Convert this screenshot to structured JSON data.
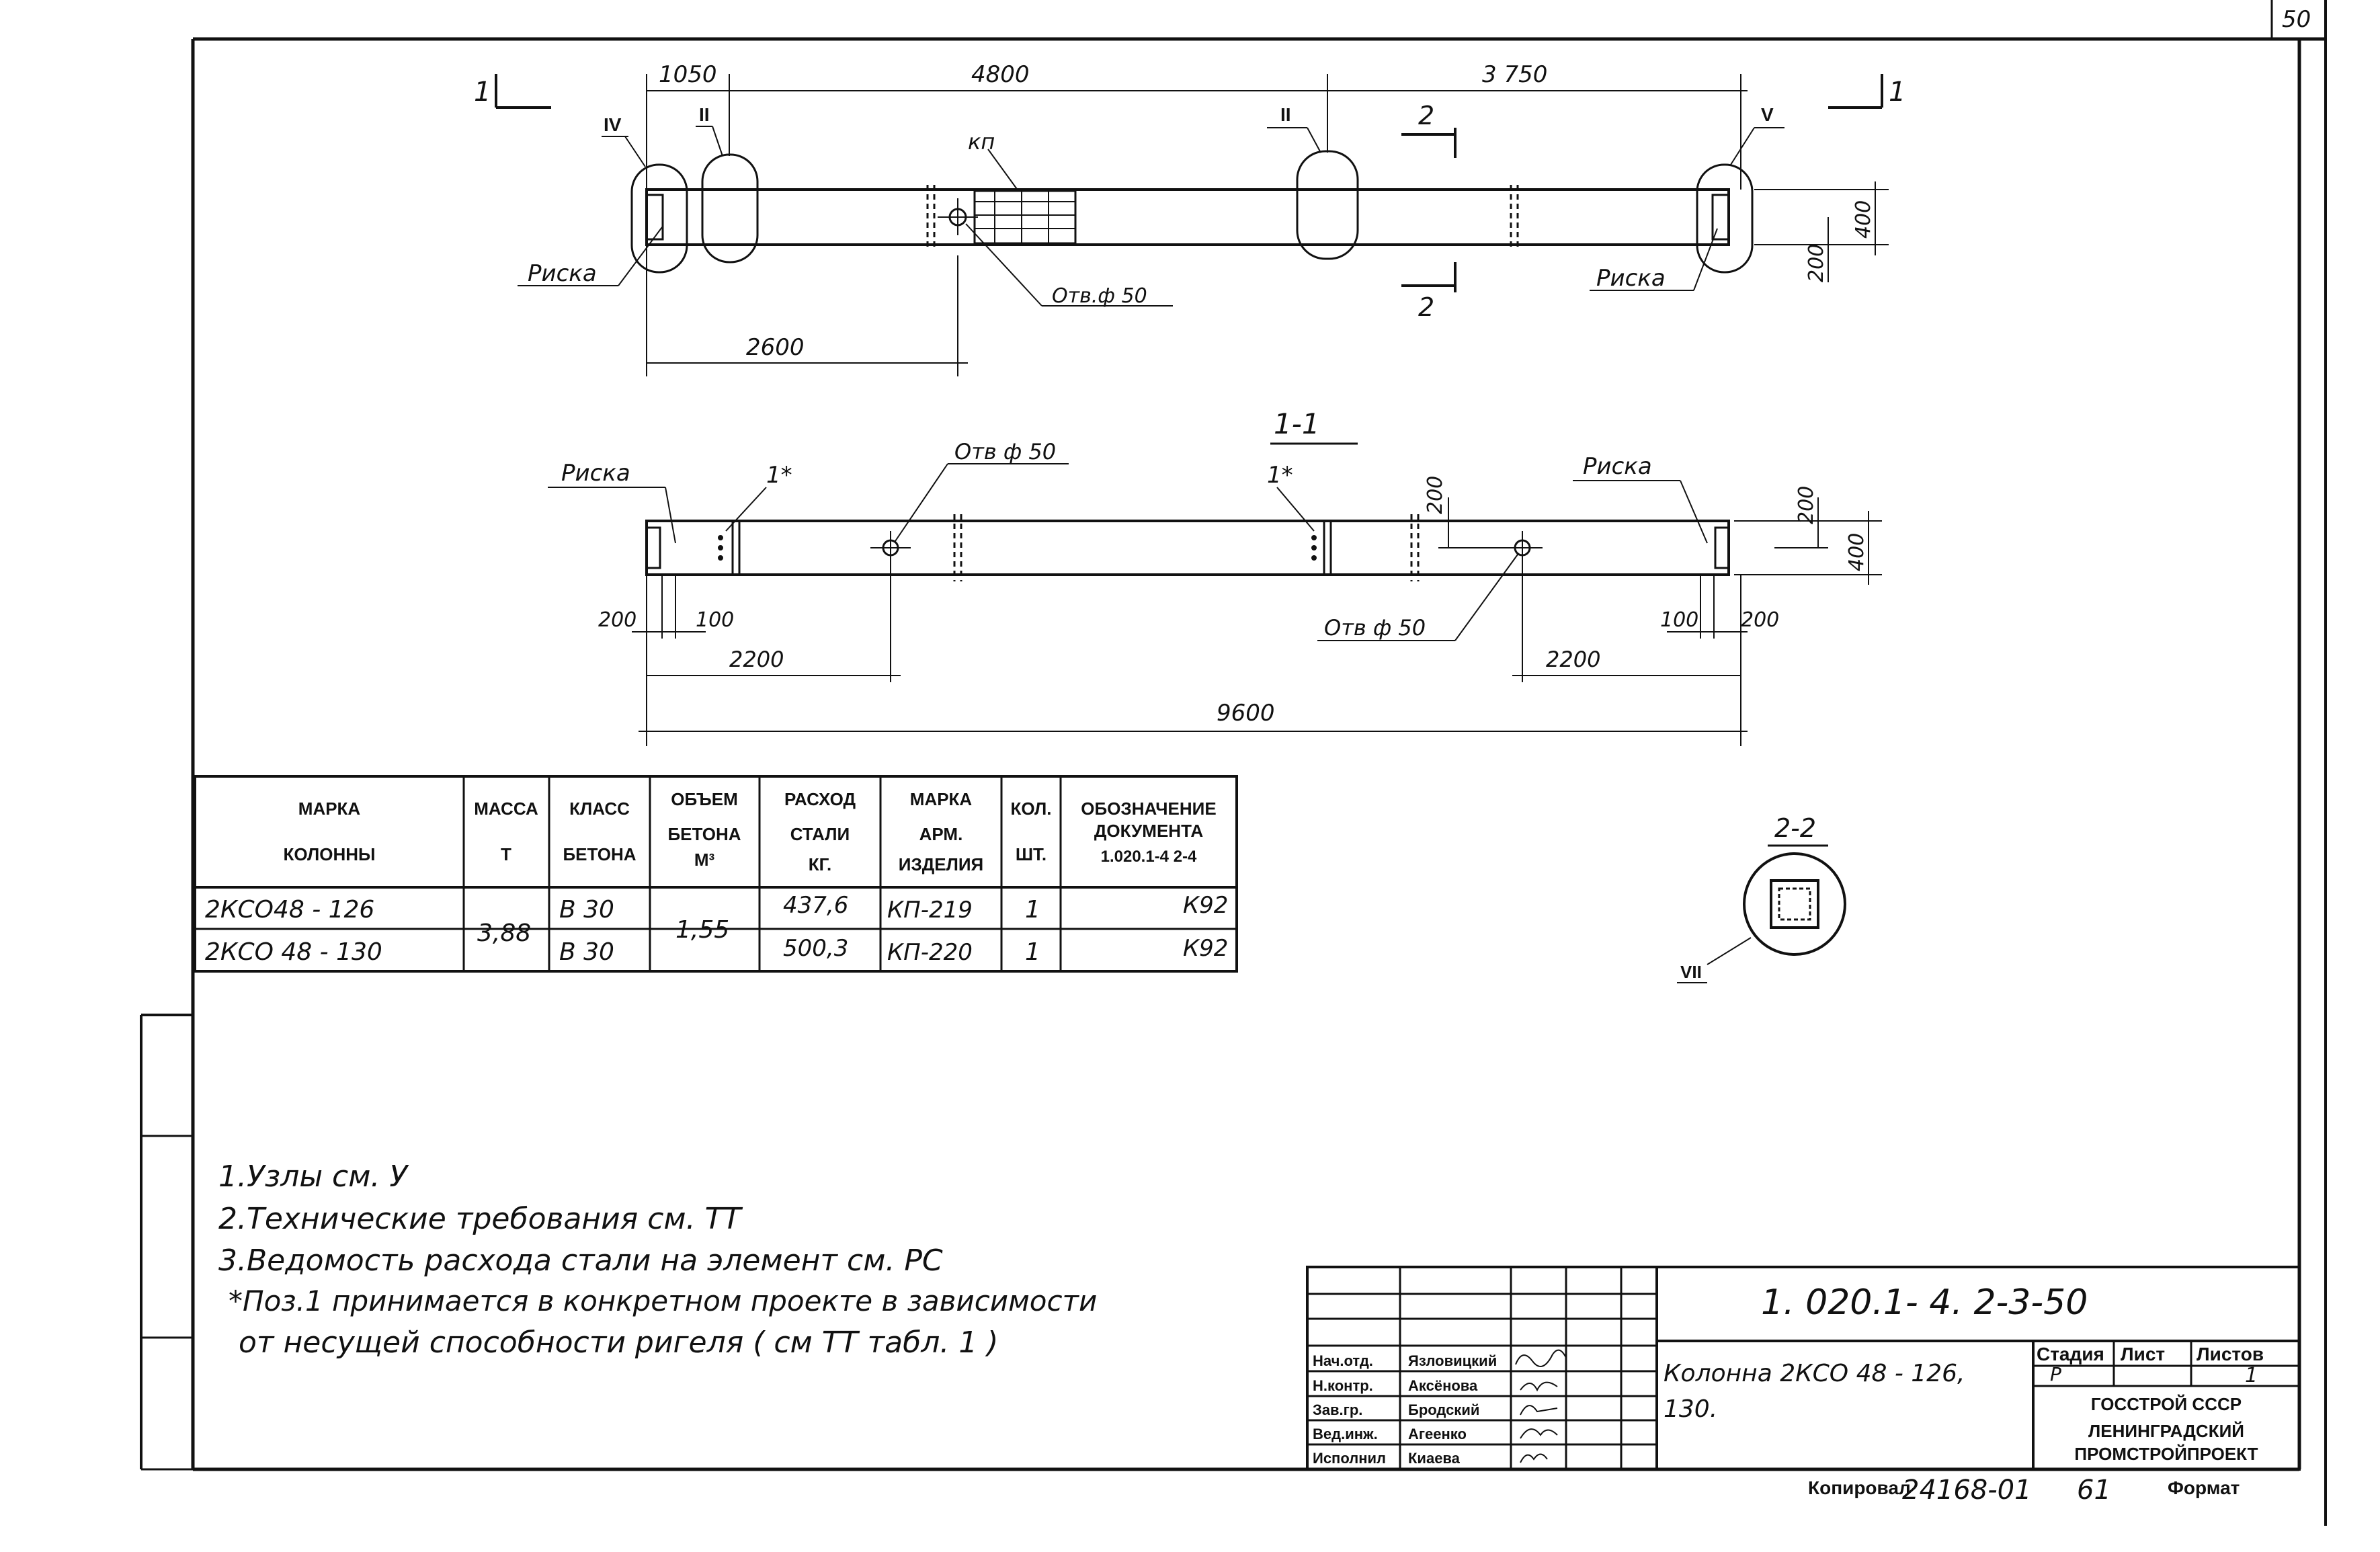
{
  "plan_view": {
    "dims_top": [
      "1050",
      "4800",
      "3 750"
    ],
    "dim_2600": "2600",
    "height_400": "400",
    "height_200": "200",
    "node_marks": [
      "IV",
      "II",
      "II",
      "V"
    ],
    "kp_label": "кп",
    "hole_label": "Отв.ф 50",
    "risk_left": "Риска",
    "risk_right": "Риска",
    "section_1": "1",
    "section_2": "2"
  },
  "section_view": {
    "title": "1-1",
    "risk_left": "Риска",
    "risk_right": "Риска",
    "pos_mark": "1*",
    "hole_label": "Отв ф 50",
    "dims": {
      "d200": "200",
      "d100": "100",
      "d2200": "2200",
      "d9600": "9600",
      "d400": "400"
    }
  },
  "section_2_2": {
    "title": "2-2",
    "node_mark": "VII"
  },
  "spec_table": {
    "headers": {
      "marka": [
        "МАРКА",
        "КОЛОННЫ"
      ],
      "massa": [
        "МАССА",
        "Т"
      ],
      "klass": [
        "КЛАСС",
        "БЕТОНА"
      ],
      "obyem": [
        "ОБЪЕМ",
        "БЕТОНА",
        "М³"
      ],
      "raskhod": [
        "РАСХОД",
        "СТАЛИ",
        "КГ."
      ],
      "marka_arm": [
        "МАРКА",
        "АРМ.",
        "ИЗДЕЛИЯ"
      ],
      "kol": [
        "КОЛ.",
        "ШТ."
      ],
      "oboz": [
        "ОБОЗНАЧЕНИЕ",
        "ДОКУМЕНТА",
        "1.020.1-4  2-4"
      ]
    },
    "rows": [
      {
        "marka": "2КСО48 - 126",
        "klass": "В 30",
        "steel": "437,6",
        "arm": "КП-219",
        "qty": "1",
        "doc": "К92"
      },
      {
        "marka": "2КСО 48 - 130",
        "klass": "В 30",
        "steel": "500,3",
        "arm": "КП-220",
        "qty": "1",
        "doc": "К92"
      }
    ],
    "massa": "3,88",
    "obyem": "1,55"
  },
  "notes": [
    "1.Узлы   см.  У",
    "2.Технические  требования   см.  ТТ",
    "3.Ведомость расхода  стали  на  элемент  см. РС",
    "*Поз.1 принимается в конкретном проекте в зависимости",
    "от несущей способности ригеля ( см  ТТ  табл.  1   )"
  ],
  "title_block": {
    "doc_code": "1. 020.1- 4.     2-3-50",
    "element_name": [
      "Колонна 2КСО 48 - 126,",
      "130."
    ],
    "stage_label": "Стадия",
    "sheet_label": "Лист",
    "sheets_label": "Листов",
    "stage": "Р",
    "sheet": "1",
    "org": [
      "ГОССТРОЙ СССР",
      "ЛЕНИНГРАДСКИЙ",
      "ПРОМСТРОЙПРОЕКТ"
    ],
    "roles": [
      {
        "role": "Нач.отд.",
        "name": "Язловицкий"
      },
      {
        "role": "Н.контр.",
        "name": "Аксёнова"
      },
      {
        "role": "Зав.гр.",
        "name": "Бродский"
      },
      {
        "role": "Вед.инж.",
        "name": "Агеенко"
      },
      {
        "role": "Исполнил",
        "name": "Киаева"
      }
    ]
  },
  "footer": {
    "copied": "Копировал",
    "copy_number": "24168-01",
    "sheet_no": "61",
    "format": "Формат"
  },
  "top_corner": "50"
}
